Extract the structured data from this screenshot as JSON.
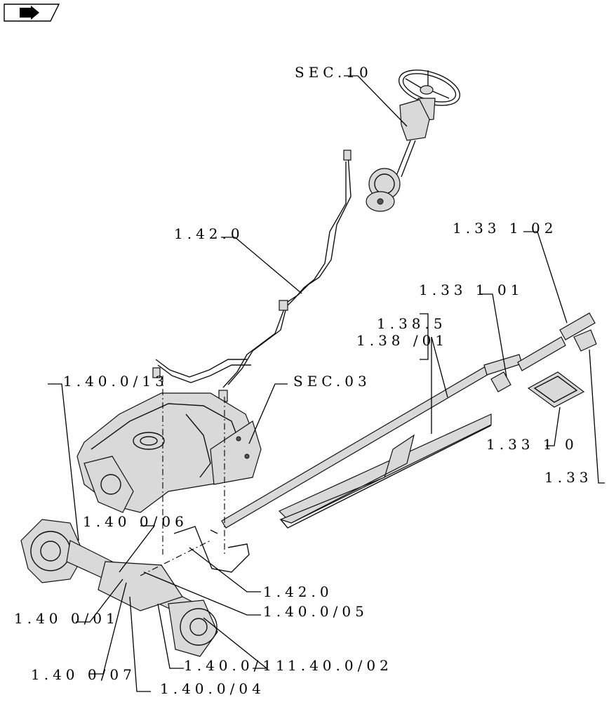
{
  "nav_icon": "navigation-arrow-icon",
  "colors": {
    "line": "#111111",
    "fill": "#d9d9d9",
    "background": "#ffffff"
  },
  "callouts": {
    "sec10": "SEC.10",
    "ref_1_42_0_top": "1.42.0",
    "ref_1_33_1_02": "1.33 1 02",
    "ref_1_33_1_01": "1.33 1 01",
    "ref_1_38_5": "1.38.5",
    "ref_1_38_01": "1.38 /01",
    "ref_1_40_0_13": "1.40.0/13",
    "sec03": "SEC.03",
    "ref_1_33_1_0": "1.33 1 0",
    "ref_1_33_right": "1.33",
    "ref_1_40_0_06": "1.40 0/06",
    "ref_1_42_0_bottom": "1.42.0",
    "ref_1_40_0_05": "1.40.0/05",
    "ref_1_40_0_01": "1.40 0/01",
    "ref_1_40_0_11": "1.40.0/11",
    "ref_1_40_0_02": "1.40.0/02",
    "ref_1_40_0_07": "1.40 0/07",
    "ref_1_40_0_04": "1.40.0/04"
  }
}
